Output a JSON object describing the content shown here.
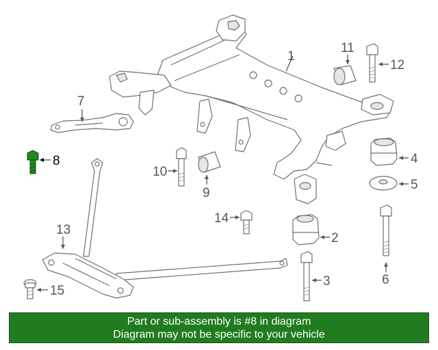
{
  "callouts": {
    "p1": "1",
    "p2": "2",
    "p3": "3",
    "p4": "4",
    "p5": "5",
    "p6": "6",
    "p7": "7",
    "p8": "8",
    "p9": "9",
    "p10": "10",
    "p11": "11",
    "p12": "12",
    "p13": "13",
    "p14": "14",
    "p15": "15"
  },
  "highlighted_part": "8",
  "colors": {
    "banner_background": "#217c1f",
    "highlight_part": "#1f8a1f",
    "line_art": "#6f6f6f",
    "banner_text": "#ffffff"
  },
  "banner": {
    "line1": "Part or sub-assembly is #8 in diagram",
    "line2": "Diagram may not be specific to your vehicle"
  }
}
